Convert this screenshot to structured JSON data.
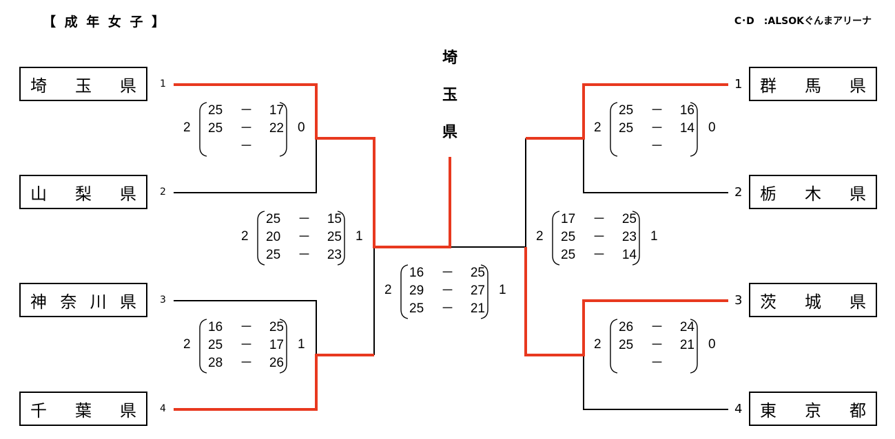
{
  "header": {
    "title": "【 成 年 女 子 】",
    "venue": "C･D　:ALSOKぐんまアリーナ"
  },
  "champion": [
    "埼",
    "玉",
    "県"
  ],
  "colors": {
    "winner_line": "#e8391f",
    "line": "#000000"
  },
  "left_teams": [
    {
      "seed": "1",
      "chars": [
        "埼",
        "玉",
        "県"
      ]
    },
    {
      "seed": "2",
      "chars": [
        "山",
        "梨",
        "県"
      ]
    },
    {
      "seed": "3",
      "chars": [
        "神",
        "奈",
        "川",
        "県"
      ]
    },
    {
      "seed": "4",
      "chars": [
        "千",
        "葉",
        "県"
      ]
    }
  ],
  "right_teams": [
    {
      "seed": "1",
      "chars": [
        "群",
        "馬",
        "県"
      ]
    },
    {
      "seed": "2",
      "chars": [
        "栃",
        "木",
        "県"
      ]
    },
    {
      "seed": "3",
      "chars": [
        "茨",
        "城",
        "県"
      ]
    },
    {
      "seed": "4",
      "chars": [
        "東",
        "京",
        "都"
      ]
    }
  ],
  "matches": {
    "L1": {
      "left_sets": "2",
      "right_sets": "0",
      "sets": [
        [
          "25",
          "17"
        ],
        [
          "25",
          "22"
        ],
        [
          "",
          ""
        ]
      ]
    },
    "L2": {
      "left_sets": "2",
      "right_sets": "1",
      "sets": [
        [
          "16",
          "25"
        ],
        [
          "25",
          "17"
        ],
        [
          "28",
          "26"
        ]
      ]
    },
    "LSF": {
      "left_sets": "2",
      "right_sets": "1",
      "sets": [
        [
          "25",
          "15"
        ],
        [
          "20",
          "25"
        ],
        [
          "25",
          "23"
        ]
      ]
    },
    "R1": {
      "left_sets": "2",
      "right_sets": "0",
      "sets": [
        [
          "25",
          "16"
        ],
        [
          "25",
          "14"
        ],
        [
          "",
          ""
        ]
      ]
    },
    "R2": {
      "left_sets": "2",
      "right_sets": "0",
      "sets": [
        [
          "26",
          "24"
        ],
        [
          "25",
          "21"
        ],
        [
          "",
          ""
        ]
      ]
    },
    "RSF": {
      "left_sets": "2",
      "right_sets": "1",
      "sets": [
        [
          "17",
          "25"
        ],
        [
          "25",
          "23"
        ],
        [
          "25",
          "14"
        ]
      ]
    },
    "F": {
      "left_sets": "2",
      "right_sets": "1",
      "sets": [
        [
          "16",
          "25"
        ],
        [
          "29",
          "27"
        ],
        [
          "25",
          "21"
        ]
      ]
    }
  },
  "dash": "－"
}
